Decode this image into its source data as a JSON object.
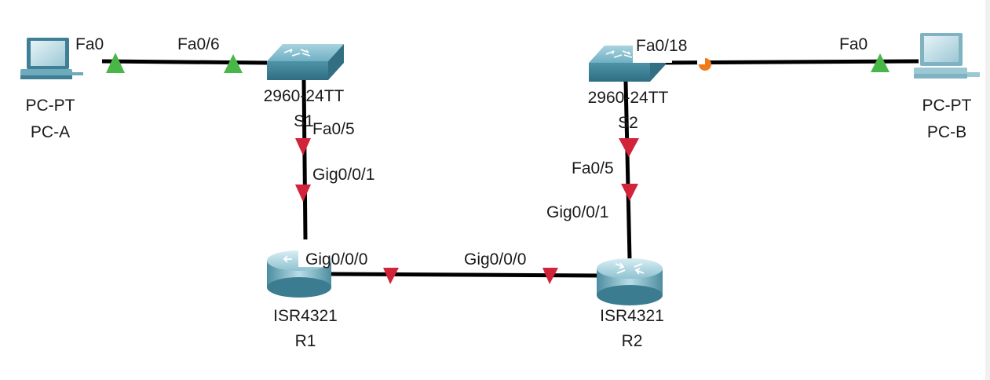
{
  "devices": {
    "pc_a": {
      "model": "PC-PT",
      "name": "PC-A"
    },
    "pc_b": {
      "model": "PC-PT",
      "name": "PC-B"
    },
    "s1": {
      "model": "2960-24TT",
      "name": "S1"
    },
    "s2": {
      "model": "2960-24TT",
      "name": "S2"
    },
    "r1": {
      "model": "ISR4321",
      "name": "R1"
    },
    "r2": {
      "model": "ISR4321",
      "name": "R2"
    }
  },
  "links": {
    "pca_s1": {
      "a_port": "Fa0",
      "b_port": "Fa0/6",
      "status": "up"
    },
    "s1_r1": {
      "a_port": "Fa0/5",
      "b_port": "Gig0/0/1",
      "status": "down"
    },
    "r1_r2": {
      "a_port": "Gig0/0/0",
      "b_port": "Gig0/0/0",
      "status": "down"
    },
    "s2_r2": {
      "a_port": "Fa0/5",
      "b_port": "Gig0/0/1",
      "status": "down"
    },
    "s2_pcb": {
      "a_port": "Fa0/18",
      "b_port": "Fa0",
      "status": "blocking"
    }
  },
  "colors": {
    "link": "#000000",
    "status_up": "#49b648",
    "status_down": "#d1233a",
    "status_blocking": "#f07b1b",
    "switch": "#5aa2b8",
    "router": "#7fb2c2",
    "pc": "#8fbccb"
  }
}
